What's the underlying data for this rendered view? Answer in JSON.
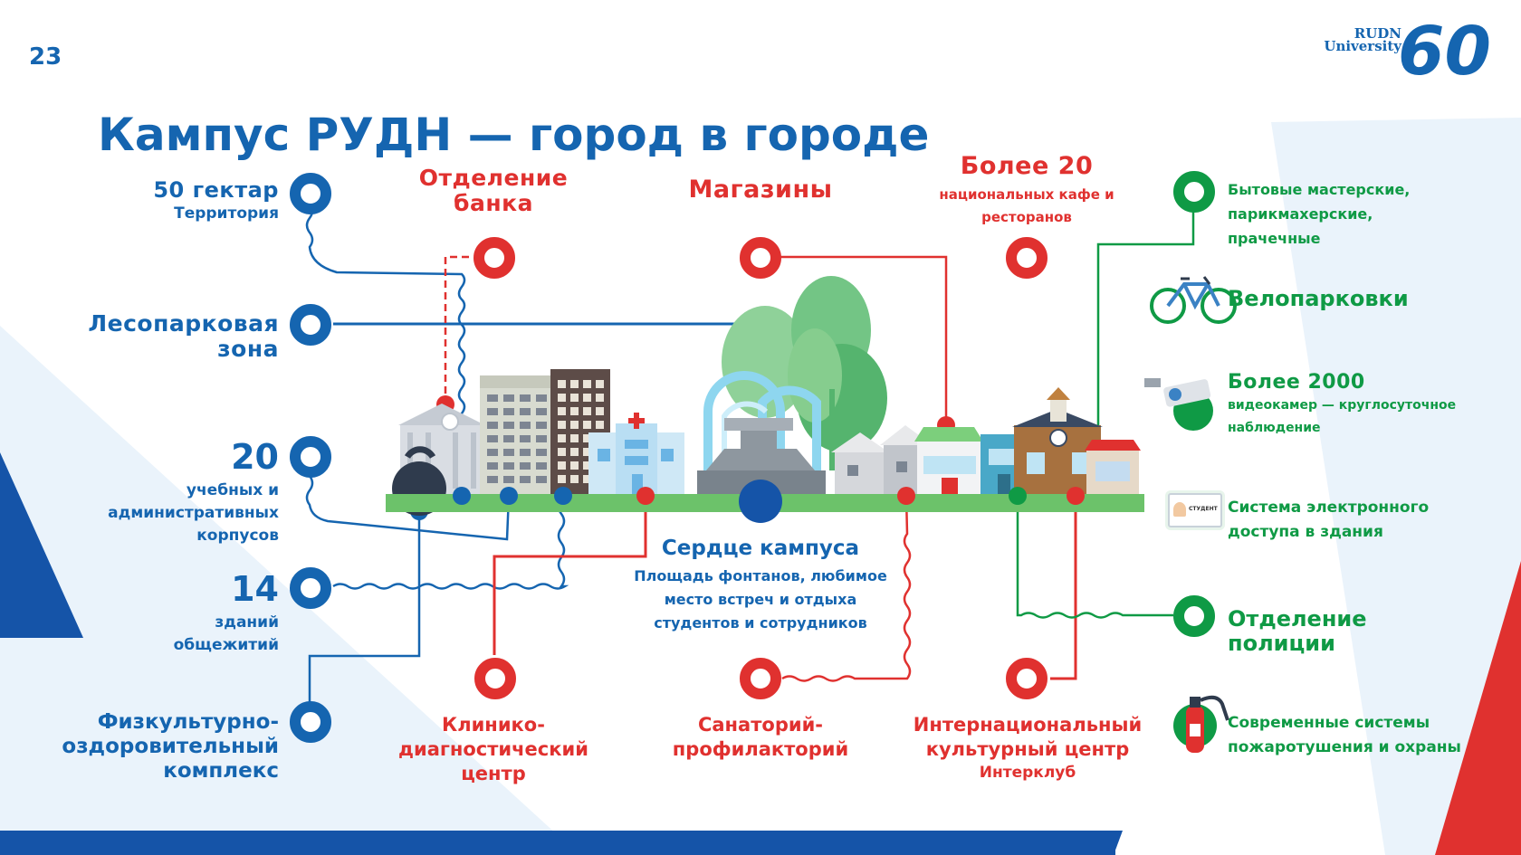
{
  "page_number": "23",
  "title": "Кампус РУДН — город в городе",
  "logo": {
    "line1": "RUDN",
    "line2": "University",
    "number": "60"
  },
  "colors": {
    "blue": "#1565b0",
    "red": "#e0312f",
    "green": "#0f9a45",
    "ground": "#6cc26a"
  },
  "left_items": [
    {
      "main": "50 гектар",
      "sub": "Территория"
    },
    {
      "main": "Лесопарковая зона"
    },
    {
      "main": "20",
      "sub": "учебных и административных корпусов"
    },
    {
      "main": "14",
      "sub": "зданий общежитий"
    },
    {
      "main": "Физкультурно-оздоровительный комплекс"
    }
  ],
  "top_items": [
    {
      "main": "Отделение банка"
    },
    {
      "main": "Магазины"
    },
    {
      "main": "Более 20",
      "sub": "национальных кафе и ресторанов"
    }
  ],
  "center": {
    "title": "Сердце кампуса",
    "text": "Площадь фонтанов, любимое место встреч и отдыха студентов и сотрудников"
  },
  "bottom_items": [
    {
      "main": "Клинико-диагностический центр"
    },
    {
      "main": "Санаторий-профилакторий"
    },
    {
      "main": "Интернациональный культурный центр",
      "sub": "Интерклуб"
    }
  ],
  "right_items": [
    {
      "main": "Бытовые мастерские, парикмахерские, прачечные",
      "icon": "services-node"
    },
    {
      "main": "Велопарковки",
      "icon": "bicycle-icon"
    },
    {
      "main": "Более 2000",
      "sub": "видеокамер — круглосуточное наблюдение",
      "icon": "cctv-camera-icon"
    },
    {
      "main": "Система электронного доступа в здания",
      "icon": "student-card-icon",
      "card_text": "СТУДЕНТ"
    },
    {
      "main": "Отделение полиции",
      "icon": "police-node"
    },
    {
      "main": "Современные системы пожаротушения и охраны",
      "icon": "fire-extinguisher-icon"
    }
  ]
}
